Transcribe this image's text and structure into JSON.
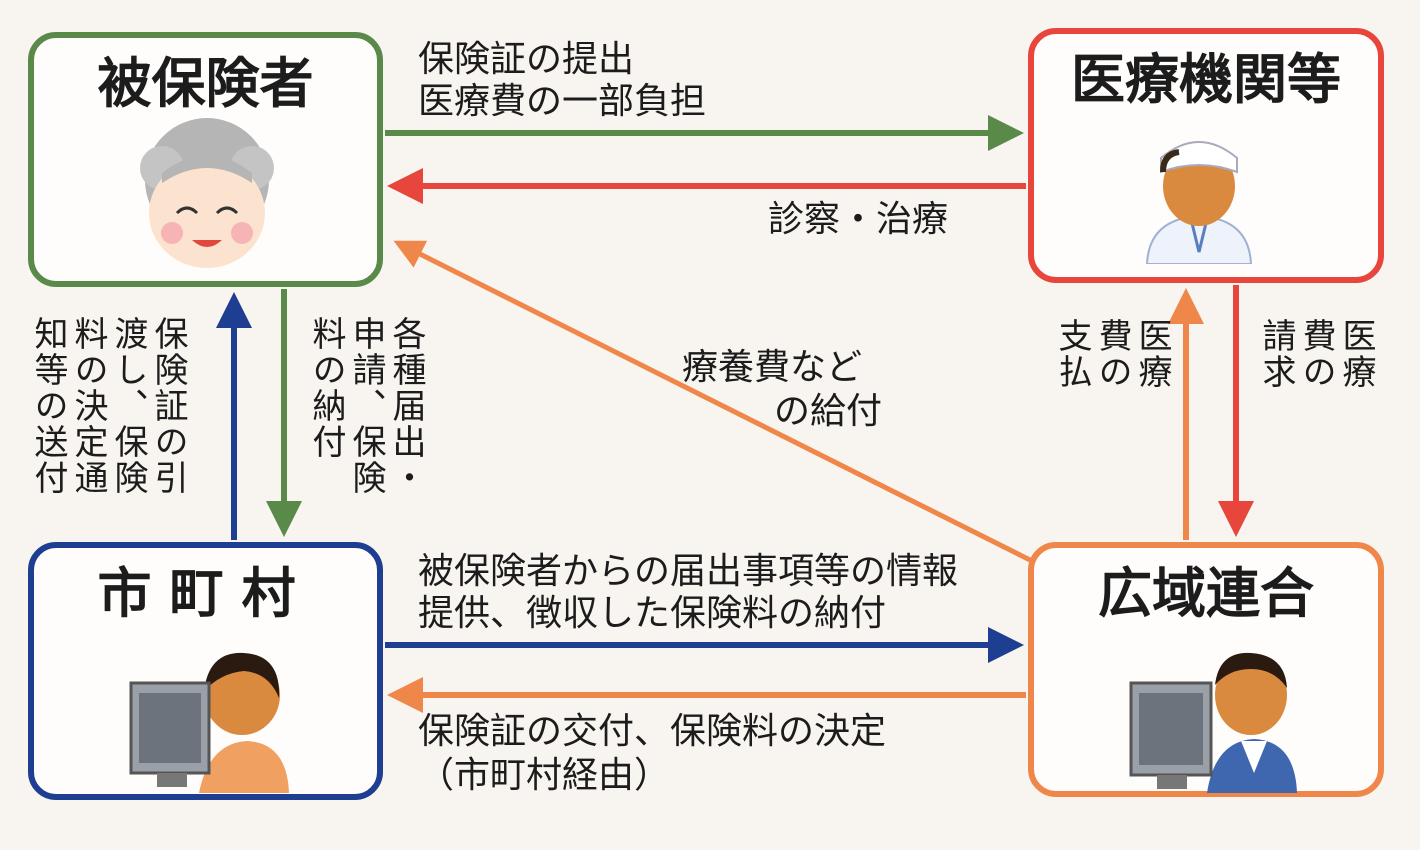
{
  "nodes": {
    "insured": "被保険者",
    "medical": "医療機関等",
    "municipality": "市町村",
    "union": "広域連合"
  },
  "edges": {
    "insured_to_medical": [
      "保険証の提出",
      "医療費の一部負担"
    ],
    "medical_to_insured": "診察・治療",
    "union_to_insured": [
      "療養費など",
      "の給付"
    ],
    "municipality_to_insured": [
      "保険証の引",
      "渡し、保険",
      "料の決定通",
      "知等の送付"
    ],
    "insured_to_municipality": [
      "各種届出・",
      "申請、保険",
      "料の納付"
    ],
    "union_to_medical": [
      "医療",
      "費の",
      "支払"
    ],
    "medical_to_union": [
      "医療",
      "費の",
      "請求"
    ],
    "municipality_to_union": [
      "被保険者からの届出事項等の情報",
      "提供、徴収した保険料の納付"
    ],
    "union_to_municipality": [
      "保険証の交付、保険料の決定",
      "（市町村経由）"
    ]
  },
  "colors": {
    "green": "#5a8a4a",
    "red": "#e8463c",
    "blue": "#1e3f91",
    "orange": "#f0874a"
  }
}
